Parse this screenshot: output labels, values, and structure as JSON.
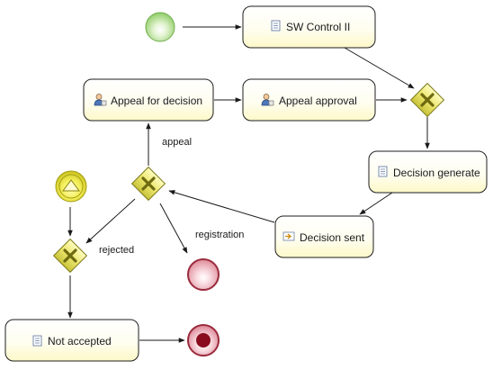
{
  "diagram": {
    "tasks": {
      "sw_control": {
        "label": "SW Control II",
        "icon": "script-task-icon"
      },
      "appeal_for_decision": {
        "label": "Appeal for decision",
        "icon": "user-task-icon"
      },
      "appeal_approval": {
        "label": "Appeal approval",
        "icon": "user-task-icon"
      },
      "decision_generate": {
        "label": "Decision generate",
        "icon": "script-task-icon"
      },
      "decision_sent": {
        "label": "Decision sent",
        "icon": "send-task-icon"
      },
      "not_accepted": {
        "label": "Not accepted",
        "icon": "script-task-icon"
      }
    },
    "edge_labels": {
      "appeal": "appeal",
      "registration": "registration",
      "rejected": "rejected"
    },
    "colors": {
      "start_event": "#9ed67a",
      "intermediate_event": "#e8e64a",
      "end_event": "#e7a6b0",
      "terminate_event": "#8a0d1f",
      "gateway": "#e6e168",
      "task_fill": "#fffde4"
    }
  }
}
